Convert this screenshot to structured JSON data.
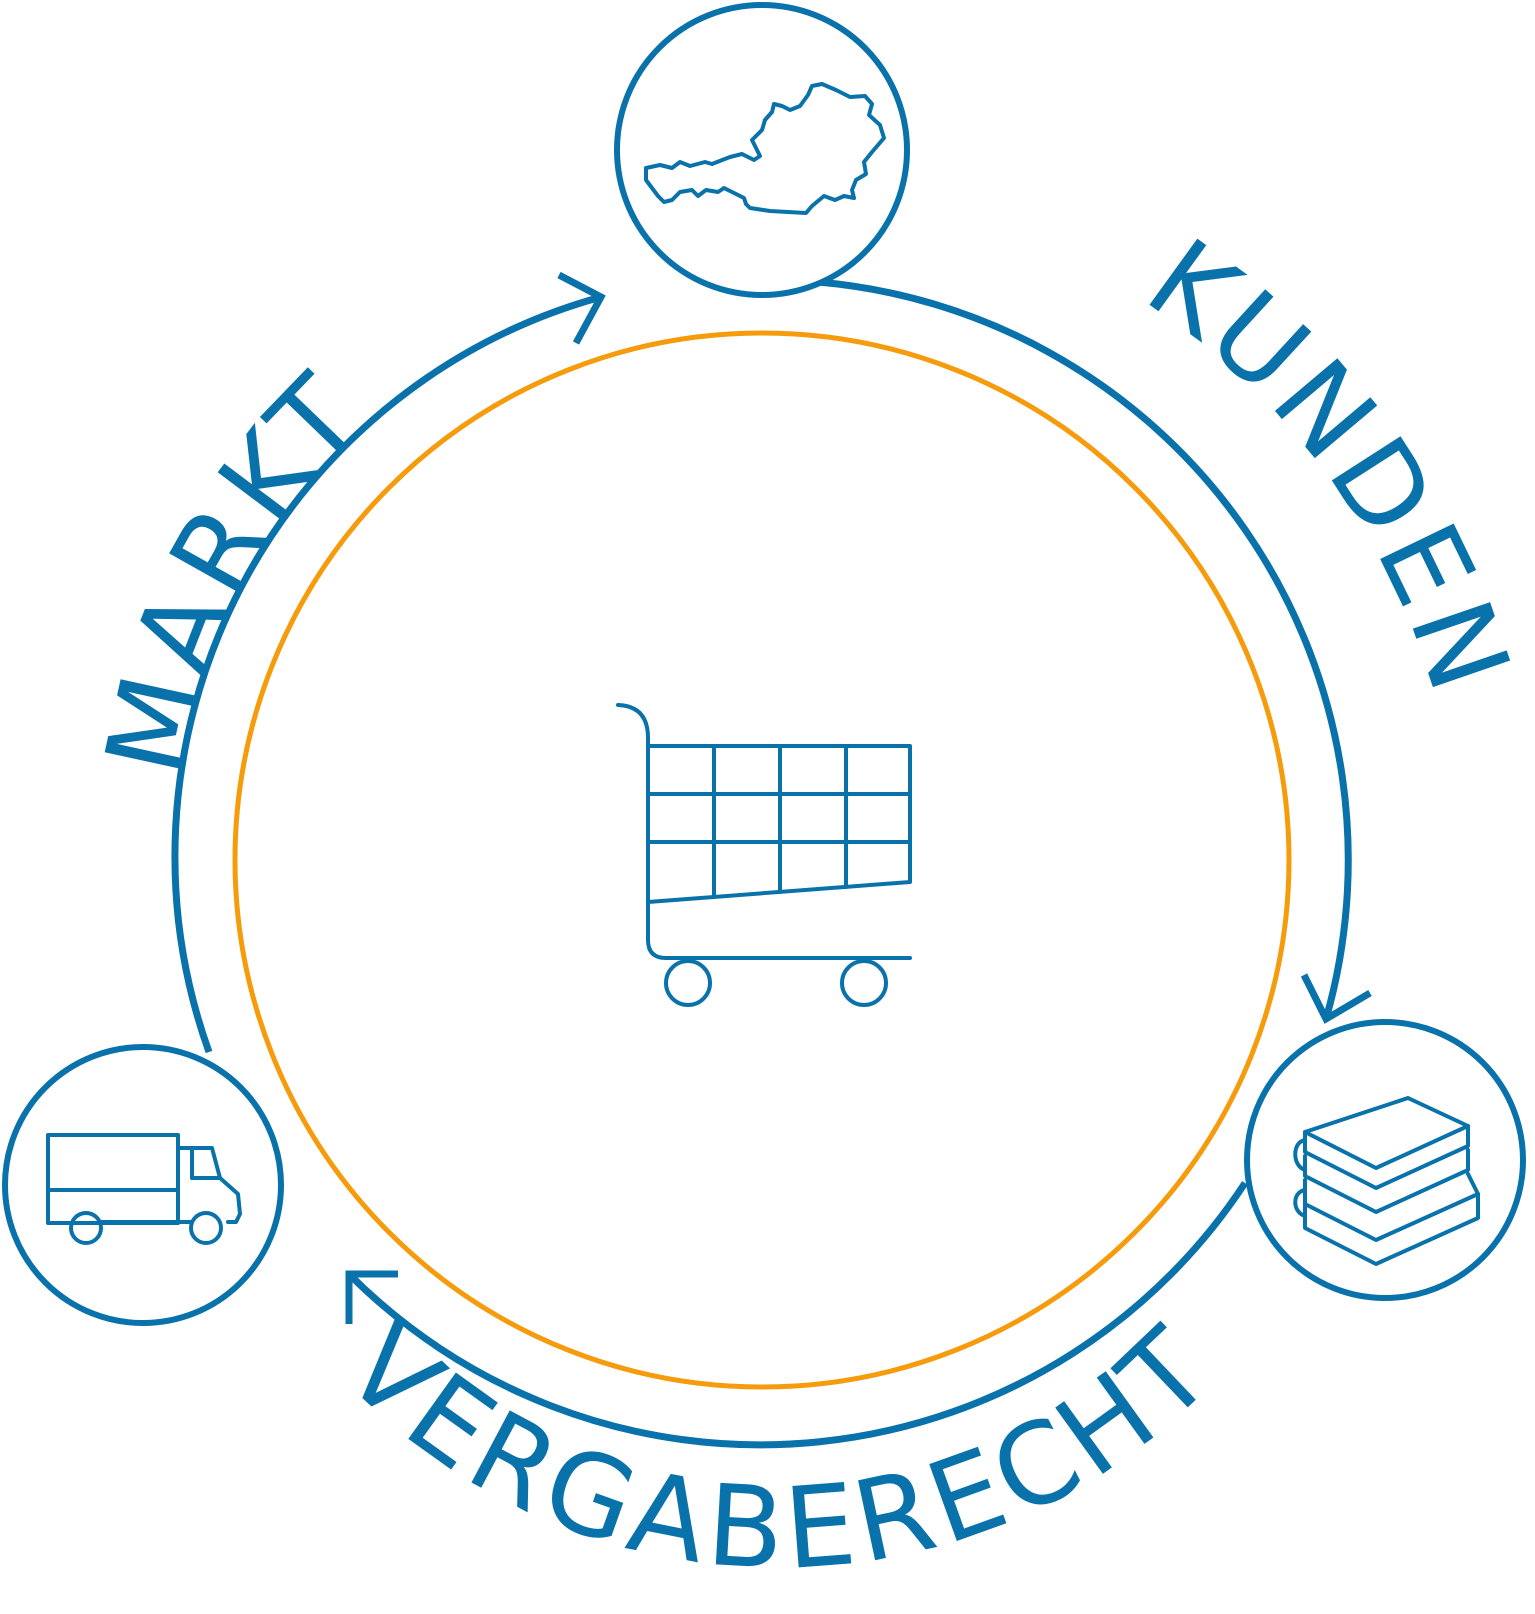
{
  "labels": {
    "markt": "MARKT",
    "kunden": "KUNDEN",
    "vergaberecht": "VERGABERECHT"
  },
  "nodes": [
    {
      "name": "austria-map-node",
      "icon": "austria-map-icon"
    },
    {
      "name": "books-node",
      "icon": "books-stack-icon"
    },
    {
      "name": "truck-node",
      "icon": "delivery-truck-icon"
    }
  ],
  "center_icon": "shopping-cart-icon",
  "colors": {
    "outer_ring": "#0a72ab",
    "inner_ring": "#f59b0c",
    "text": "#0a72ab"
  }
}
